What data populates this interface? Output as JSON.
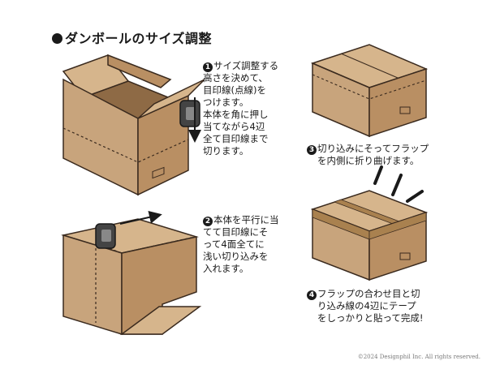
{
  "title": "ダンボールのサイズ調整",
  "colors": {
    "cardboard_front": "#c8a47c",
    "cardboard_side": "#b98f63",
    "cardboard_top": "#d6b58c",
    "outline": "#3a2a1e",
    "tool": "#444444"
  },
  "steps": [
    {
      "num": "1",
      "lines": [
        "サイズ調整する",
        "高さを決めて、",
        "目印線(点線)を",
        "つけます。",
        "本体を角に押し",
        "当てながら4辺",
        "全て目印線まで",
        "切ります。"
      ]
    },
    {
      "num": "2",
      "lines": [
        "本体を平行に当",
        "てて目印線にそ",
        "って4面全てに",
        "浅い切り込みを",
        "入れます。"
      ]
    },
    {
      "num": "3",
      "lines": [
        "切り込みにそってフラップ",
        "を内側に折り曲げます。"
      ]
    },
    {
      "num": "4",
      "lines": [
        "フラップの合わせ目と切",
        "り込み線の4辺にテープ",
        "をしっかりと貼って完成!"
      ]
    }
  ],
  "copyright": "©2024 Designphil Inc. All rights reserved."
}
